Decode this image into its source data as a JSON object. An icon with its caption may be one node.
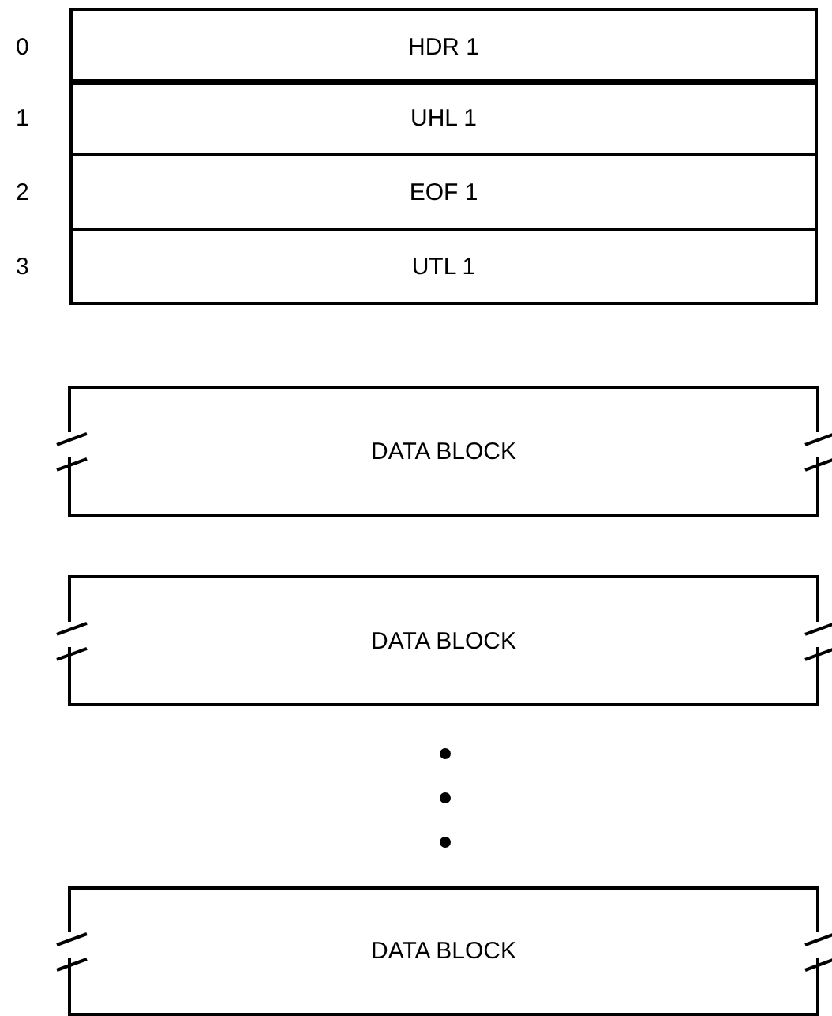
{
  "diagram": {
    "nodes": [
      {
        "text": [
          "HDR 1"
        ],
        "beside": [
          "0"
        ]
      },
      {
        "text": [
          "UHL 1"
        ],
        "beside": [
          "1"
        ]
      },
      {
        "text": [
          "EOF 1"
        ],
        "beside": [
          "2"
        ]
      },
      {
        "text": [
          "UTL 1"
        ],
        "beside": [
          "3"
        ]
      },
      {
        "text": [
          "DATA BLOCK"
        ]
      },
      {
        "text": [
          "DATA BLOCK"
        ]
      },
      {
        "text": [
          "DATA BLOCK"
        ]
      }
    ]
  }
}
